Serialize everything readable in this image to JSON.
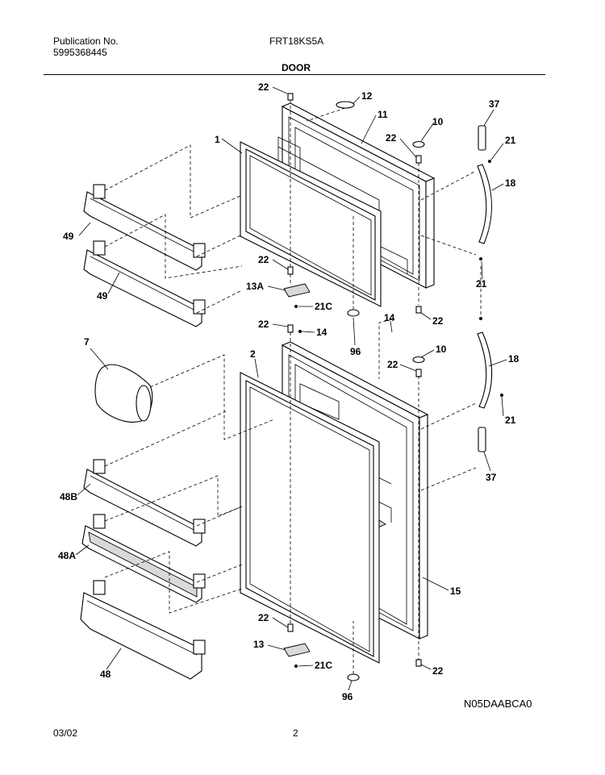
{
  "header": {
    "publication_label": "Publication No.",
    "publication_number": "5995368445",
    "model": "FRT18KS5A",
    "section_title": "DOOR"
  },
  "footer": {
    "date": "03/02",
    "page": "2",
    "diagram_code": "N05DAABCA0"
  },
  "callouts": {
    "c22a": "22",
    "c12": "12",
    "c11": "11",
    "c37a": "37",
    "c1": "1",
    "c10a": "10",
    "c22b": "22",
    "c21a": "21",
    "c18a": "18",
    "c49a": "49",
    "c22c": "22",
    "c13a": "13A",
    "c21ca": "21C",
    "c21b": "21",
    "c49b": "49",
    "c22d": "22",
    "c14a": "14",
    "c14b": "14",
    "c22e": "22",
    "c96a": "96",
    "c7": "7",
    "c2": "2",
    "c10b": "10",
    "c22f": "22",
    "c18b": "18",
    "c21c": "21",
    "c37b": "37",
    "c48b": "48B",
    "c48a": "48A",
    "c15": "15",
    "c22g": "22",
    "c13": "13",
    "c21cb": "21C",
    "c22h": "22",
    "c96b": "96",
    "c48": "48"
  }
}
